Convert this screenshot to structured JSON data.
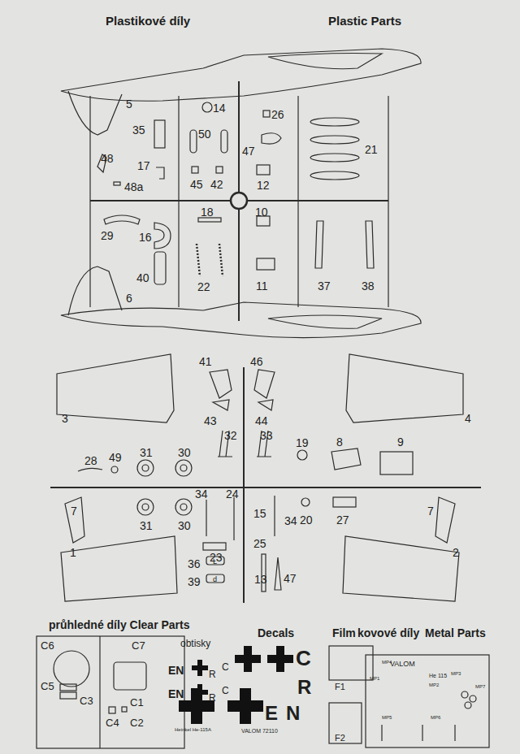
{
  "diagram": {
    "labels": [
      "Plastikové díly",
      "Plastic Parts",
      "5",
      "35",
      "14",
      "26",
      "21",
      "50",
      "47",
      "48",
      "17",
      "48a",
      "45",
      "42",
      "12",
      "18",
      "10",
      "29",
      "16",
      "40",
      "11",
      "22",
      "37",
      "38",
      "6",
      "41",
      "46",
      "3",
      "4",
      "43",
      "44",
      "32",
      "33",
      "19",
      "8",
      "9",
      "28",
      "49",
      "31",
      "30",
      "34",
      "24",
      "7",
      "7",
      "31",
      "30",
      "15",
      "34",
      "20",
      "27",
      "25",
      "23",
      "1",
      "2",
      "36",
      "L",
      "39",
      "d",
      "13",
      "47",
      "průhledné díly Clear Parts",
      "Decals",
      "Film",
      "kovové díly",
      "Metal Parts",
      "C6",
      "C7",
      "C5",
      "C3",
      "C1",
      "C4",
      "C2",
      "obtisky",
      "EN",
      "R",
      "C",
      "EN",
      "R",
      "C",
      "C",
      "R",
      "E",
      "N",
      "Heinkel He-115A",
      "VALOM 72110",
      "F1",
      "F2",
      "VALOM",
      "He 115",
      "MP4",
      "MP1",
      "MP3",
      "MP7",
      "MP2",
      "MP5",
      "MP6"
    ]
  }
}
